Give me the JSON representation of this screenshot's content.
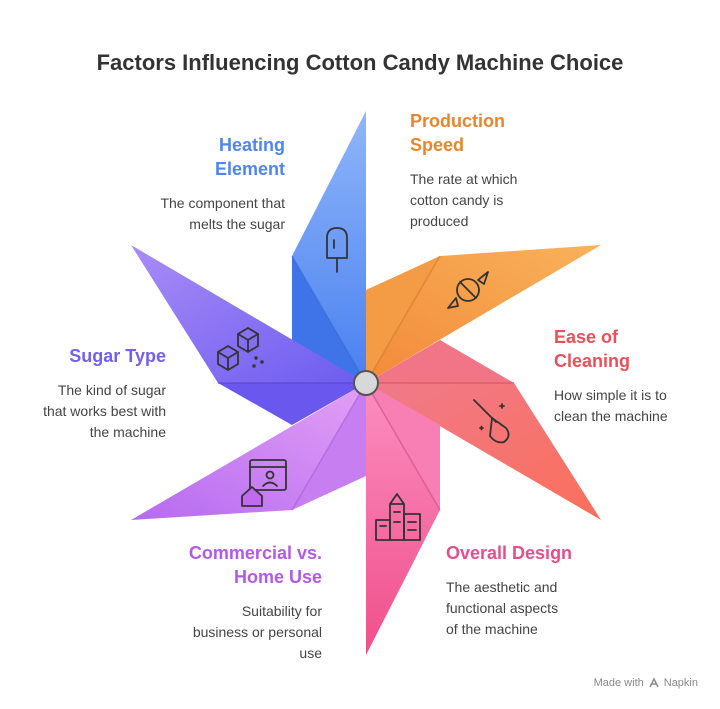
{
  "title": "Factors Influencing Cotton Candy Machine Choice",
  "factors": [
    {
      "heading_line1": "Heating",
      "heading_line2": "Element",
      "description_lines": [
        "The component that",
        "melts the sugar"
      ],
      "color": "#5b8ff0",
      "icon": "popsicle-icon"
    },
    {
      "heading_line1": "Production",
      "heading_line2": "Speed",
      "description_lines": [
        "The rate at which",
        "cotton candy is",
        "produced"
      ],
      "color": "#f3953f",
      "icon": "candy-icon"
    },
    {
      "heading_line1": "Ease of",
      "heading_line2": "Cleaning",
      "description_lines": [
        "How simple it is to",
        "clean the machine"
      ],
      "color": "#f0665f",
      "icon": "broom-icon"
    },
    {
      "heading_line1": "Overall Design",
      "heading_line2": "",
      "description_lines": [
        "The aesthetic and",
        "functional aspects",
        "of the machine"
      ],
      "color": "#f35b9b",
      "icon": "city-buildings-icon"
    },
    {
      "heading_line1": "Commercial vs.",
      "heading_line2": "Home Use",
      "description_lines": [
        "Suitability for",
        "business or personal",
        "use"
      ],
      "color": "#c06af0",
      "icon": "home-user-icon"
    },
    {
      "heading_line1": "Sugar Type",
      "heading_line2": "",
      "description_lines": [
        "The kind of sugar",
        "that works best with",
        "the machine"
      ],
      "color": "#7f63f0",
      "icon": "sugar-cubes-icon"
    }
  ],
  "footer": {
    "text": "Made with",
    "brand": "Napkin"
  }
}
